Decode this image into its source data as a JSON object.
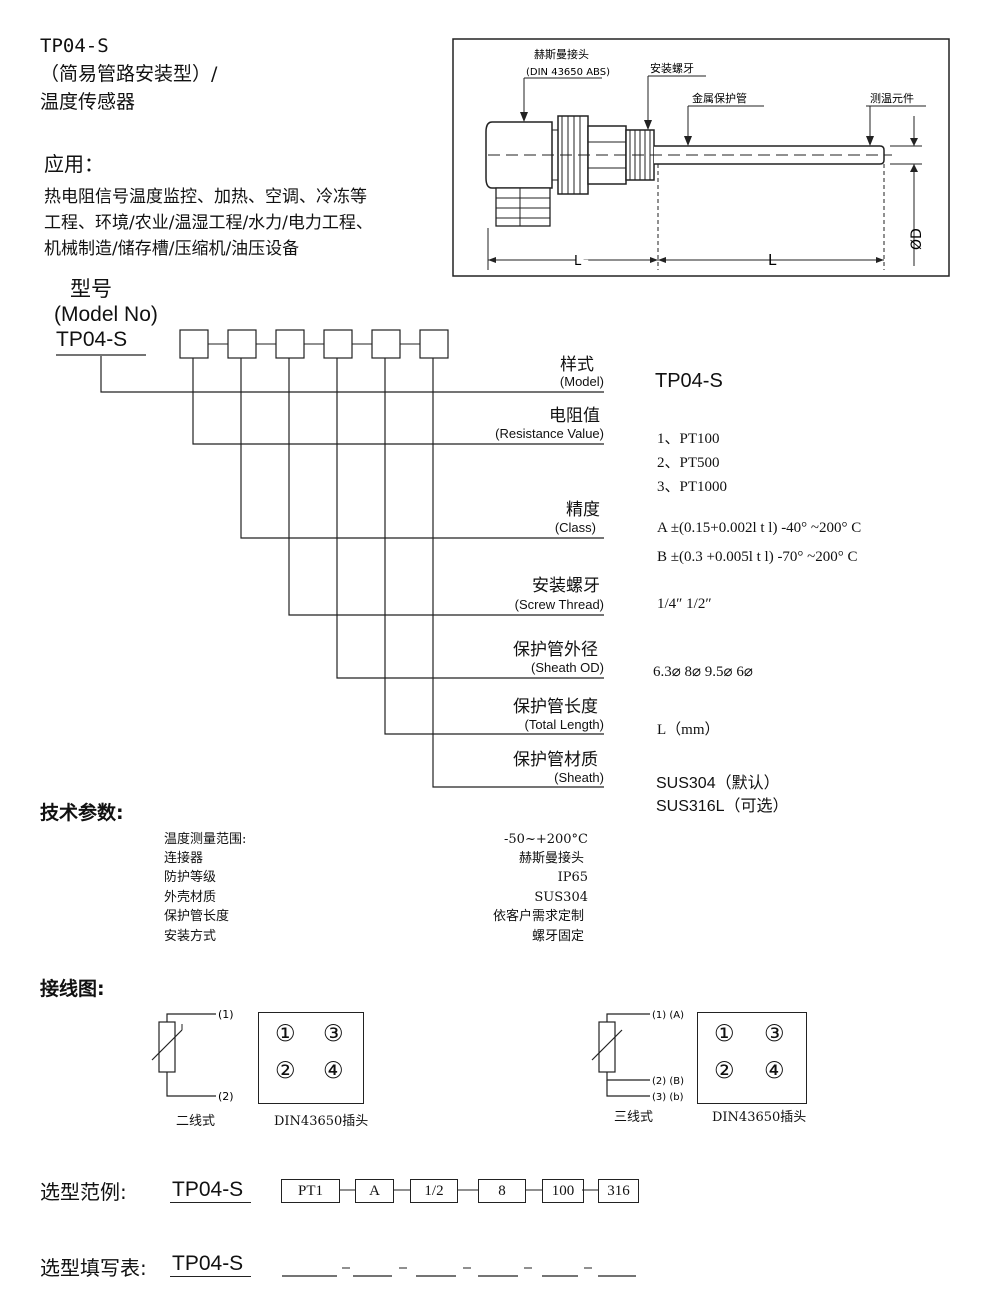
{
  "header": {
    "title_line1": "TP04-S",
    "title_line2": "（简易管路安装型）/",
    "title_line3": "温度传感器"
  },
  "application": {
    "heading": "应用：",
    "lines": [
      "热电阻信号温度监控、加热、空调、冷冻等",
      "工程、环境/农业/温湿工程/水力/电力工程、",
      "机械制造/储存槽/压缩机/油压设备"
    ]
  },
  "drawing": {
    "connector_label": "赫斯曼接头",
    "connector_std": "(DIN 43650 ABS)",
    "thread_label": "安装螺牙",
    "sheath_label": "金属保护管",
    "element_label": "测温元件",
    "dim_l1": "L",
    "dim_l2": "L",
    "dim_od": "ØD"
  },
  "model": {
    "label_cn": "型号",
    "label_en": "(Model No)",
    "code": "TP04-S",
    "fields": [
      {
        "cn": "样式",
        "en": "(Model)"
      },
      {
        "cn": "电阻值",
        "en": "(Resistance  Value)"
      },
      {
        "cn": "精度",
        "en": "(Class)"
      },
      {
        "cn": "安装螺牙",
        "en": "(Screw Thread)"
      },
      {
        "cn": "保护管外径",
        "en": "(Sheath OD)"
      },
      {
        "cn": "保护管长度",
        "en": "(Total Length)"
      },
      {
        "cn": "保护管材质",
        "en": "(Sheath)"
      }
    ],
    "options": {
      "model": "TP04-S",
      "resistance": [
        "1、PT100",
        "2、PT500",
        "3、PT1000"
      ],
      "class": [
        "A ±(0.15+0.002l t l) -40° ~200° C",
        "B ±(0.3 +0.005l t l) -70° ~200° C"
      ],
      "thread": "1/4″ 1/2″",
      "sheath_od": "6.3⌀ 8⌀ 9.5⌀ 6⌀",
      "length": "L（mm）",
      "material": [
        "SUS304（默认）",
        "SUS316L（可选）"
      ]
    }
  },
  "specs": {
    "heading": "技术参数:",
    "rows": [
      {
        "name": "温度测量范围:",
        "value": "-50~+200°C"
      },
      {
        "name": "连接器",
        "value": "赫斯曼接头"
      },
      {
        "name": "防护等级",
        "value": "IP65"
      },
      {
        "name": "外壳材质",
        "value": "SUS304"
      },
      {
        "name": "保护管长度",
        "value": "依客户需求定制"
      },
      {
        "name": "安装方式",
        "value": "螺牙固定"
      }
    ]
  },
  "wiring": {
    "heading": "接线图:",
    "two_wire": {
      "t1": "(1)",
      "t2": "(2)",
      "caption": "二线式"
    },
    "three_wire": {
      "t1": "(1) (A)",
      "t2": "(2) (B)",
      "t3": "(3) (b)",
      "caption": "三线式"
    },
    "plug_caption": "DIN43650插头",
    "pins": [
      "①",
      "③",
      "②",
      "④"
    ]
  },
  "example": {
    "heading": "选型范例:",
    "model": "TP04-S",
    "values": [
      "PT1",
      "A",
      "1/2",
      "8",
      "100",
      "316"
    ]
  },
  "form": {
    "heading": "选型填写表:",
    "model": "TP04-S"
  }
}
